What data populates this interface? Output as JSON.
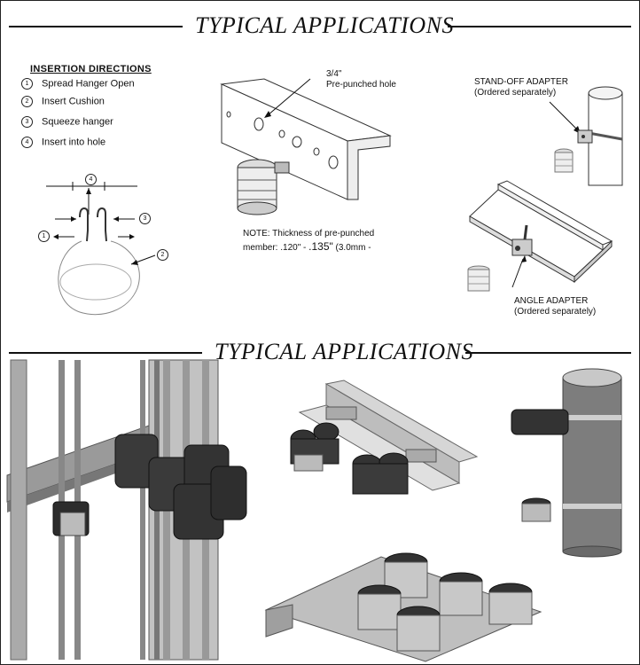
{
  "header_top": {
    "title": "TYPICAL APPLICATIONS"
  },
  "header_bottom": {
    "title": "TYPICAL APPLICATIONS"
  },
  "insertion": {
    "title": "INSERTION DIRECTIONS",
    "steps": [
      {
        "num": "1",
        "label": "Spread Hanger Open"
      },
      {
        "num": "2",
        "label": "Insert Cushion"
      },
      {
        "num": "3",
        "label": "Squeeze hanger"
      },
      {
        "num": "4",
        "label": "Insert into hole"
      }
    ],
    "diagram_callouts": [
      "4",
      "3",
      "1",
      "2"
    ]
  },
  "punched_member": {
    "hole_size": "3/4\"",
    "hole_label": "Pre-punched hole",
    "note_line1": "NOTE: Thickness of pre-punched",
    "note_line2_a": "member:  .120\" - ",
    "note_line2_b": ".135\"",
    "note_line2_c": " (3.0mm -"
  },
  "standoff": {
    "title": "STAND-OFF ADAPTER",
    "sub": "(Ordered separately)"
  },
  "angle": {
    "title": "ANGLE ADAPTER",
    "sub": "(Ordered separately)"
  }
}
